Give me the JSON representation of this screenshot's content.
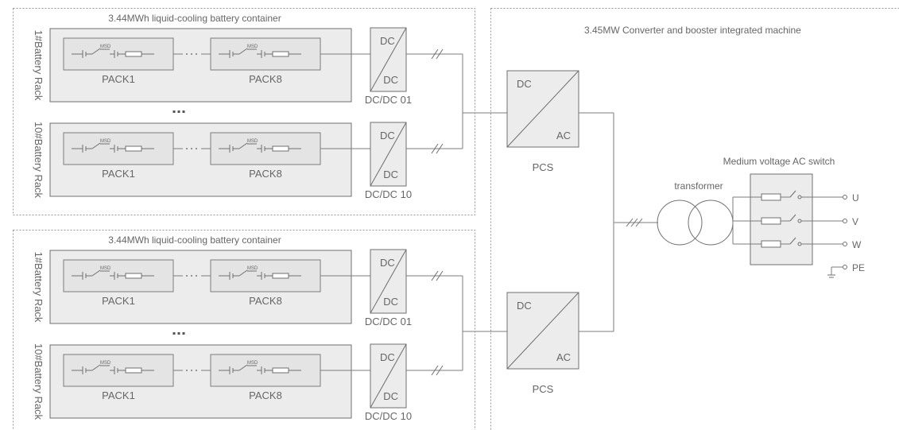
{
  "containers": [
    {
      "title": "3.44MWh liquid-cooling battery container",
      "racks": [
        {
          "label": "1#Battery Rack",
          "packs": [
            "PACK1",
            "PACK8"
          ],
          "msd": "MSD",
          "dcdc": {
            "top": "DC",
            "bottom": "DC",
            "name": "DC/DC 01"
          }
        },
        {
          "label": "10#Battery Rack",
          "packs": [
            "PACK1",
            "PACK8"
          ],
          "msd": "MSD",
          "dcdc": {
            "top": "DC",
            "bottom": "DC",
            "name": "DC/DC 10"
          }
        }
      ]
    },
    {
      "title": "3.44MWh liquid-cooling battery container",
      "racks": [
        {
          "label": "1#Battery Rack",
          "packs": [
            "PACK1",
            "PACK8"
          ],
          "msd": "MSD",
          "dcdc": {
            "top": "DC",
            "bottom": "DC",
            "name": "DC/DC 01"
          }
        },
        {
          "label": "10#Battery Rack",
          "packs": [
            "PACK1",
            "PACK8"
          ],
          "msd": "MSD",
          "dcdc": {
            "top": "DC",
            "bottom": "DC",
            "name": "DC/DC 10"
          }
        }
      ]
    }
  ],
  "converter_machine": {
    "title": "3.45MW Converter and booster integrated machine",
    "pcs": [
      {
        "top": "DC",
        "bottom": "AC",
        "name": "PCS"
      },
      {
        "top": "DC",
        "bottom": "AC",
        "name": "PCS"
      }
    ],
    "transformer_label": "transformer",
    "switch_title": "Medium voltage AC switch",
    "phases": [
      "U",
      "V",
      "W"
    ],
    "ground": "PE"
  }
}
